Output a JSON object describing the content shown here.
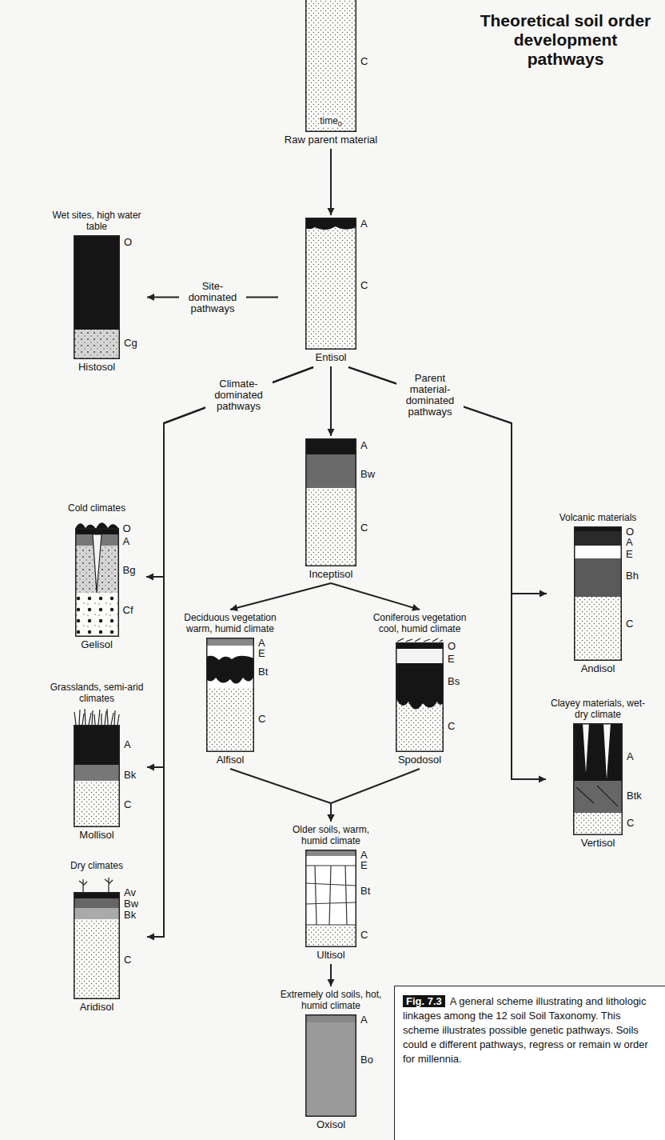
{
  "diagram": {
    "title": "Theoretical soil order development pathways",
    "caption": "A general scheme illustrating and lithologic linkages among the 12 soil Soil Taxonomy. This scheme illustrates possible genetic pathways. Soils could e different pathways, regress or remain w order for millennia.",
    "nodes": [
      {
        "text": [
          "C",
          "time",
          "0",
          "Raw parent material"
        ]
      },
      {
        "text": [
          "Wet sites, high water table",
          "O",
          "Cg",
          "Histosol"
        ]
      },
      {
        "text": [
          "A",
          "C",
          "Entisol"
        ]
      },
      {
        "text": [
          "A",
          "Bw",
          "C",
          "Inceptisol"
        ]
      },
      {
        "text": [
          "Cold climates",
          "O",
          "A",
          "Bg",
          "Cf",
          "Gelisol"
        ]
      },
      {
        "text": [
          "Volcanic materials",
          "O",
          "A",
          "E",
          "Bh",
          "C",
          "Andisol"
        ]
      },
      {
        "text": [
          "Deciduous vegetation warm, humid climate",
          "A",
          "E",
          "Bt",
          "C",
          "Alfisol"
        ]
      },
      {
        "text": [
          "Coniferous vegetation cool, humid climate",
          "O",
          "E",
          "Bs",
          "C",
          "Spodosol"
        ]
      },
      {
        "text": [
          "Grasslands, semi-arid climates",
          "A",
          "Bk",
          "C",
          "Mollisol"
        ]
      },
      {
        "text": [
          "Clayey materials, wet-dry climate",
          "A",
          "Btk",
          "C",
          "Vertisol"
        ]
      },
      {
        "text": [
          "Dry climates",
          "Av",
          "Bw",
          "Bk",
          "C",
          "Aridisol"
        ]
      },
      {
        "text": [
          "Older soils, warm, humid climate",
          "A",
          "E",
          "Bt",
          "C",
          "Ultisol"
        ]
      },
      {
        "text": [
          "Extremely old soils, hot, humid climate",
          "A",
          "Bo",
          "Oxisol"
        ]
      }
    ],
    "edges": [
      {
        "from": 0,
        "to": 2,
        "arrow": "to"
      },
      {
        "from": 2,
        "to": 1,
        "arrow": "to",
        "label": "Site-dominated pathways"
      },
      {
        "from": 2,
        "to": 4,
        "arrow": "to",
        "label": "Climate-dominated pathways"
      },
      {
        "from": 2,
        "to": 8,
        "arrow": "to"
      },
      {
        "from": 2,
        "to": 10,
        "arrow": "to"
      },
      {
        "from": 2,
        "to": 5,
        "arrow": "to",
        "label": "Parent material-dominated pathways"
      },
      {
        "from": 2,
        "to": 9,
        "arrow": "to"
      },
      {
        "from": 2,
        "to": 3,
        "arrow": "to"
      },
      {
        "from": 3,
        "to": 6,
        "arrow": "to"
      },
      {
        "from": 3,
        "to": 7,
        "arrow": "to"
      },
      {
        "from": 6,
        "to": 11,
        "arrow": "to"
      },
      {
        "from": 7,
        "to": 11,
        "arrow": "to"
      },
      {
        "from": 11,
        "to": 12,
        "arrow": "to"
      }
    ],
    "labels": [
      "Fig. 7.3"
    ]
  }
}
